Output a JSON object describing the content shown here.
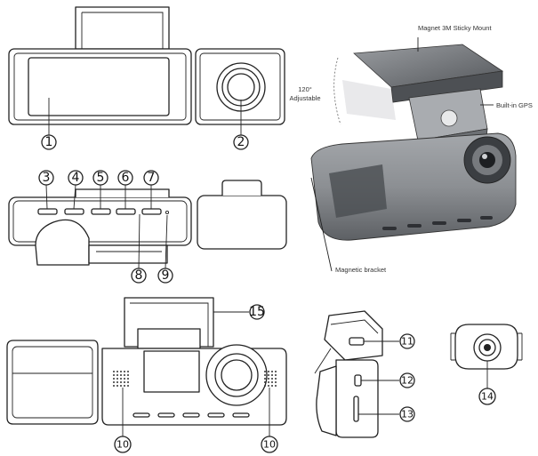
{
  "callouts": {
    "c1": "1",
    "c2": "2",
    "c3": "3",
    "c4": "4",
    "c5": "5",
    "c6": "6",
    "c7": "7",
    "c8": "8",
    "c9": "9",
    "c10a": "10",
    "c10b": "10",
    "c11": "11",
    "c12": "12",
    "c13": "13",
    "c14": "14",
    "c15": "15"
  },
  "photo_labels": {
    "mount": "Magnet 3M Sticky Mount",
    "angle_line1": "120°",
    "angle_line2": "Adjustable",
    "gps": "Built-in GPS",
    "bracket": "Magnetic bracket"
  },
  "colors": {
    "line": "#222222",
    "photo_body": "#8c8f93",
    "photo_dark": "#4a4d51"
  }
}
